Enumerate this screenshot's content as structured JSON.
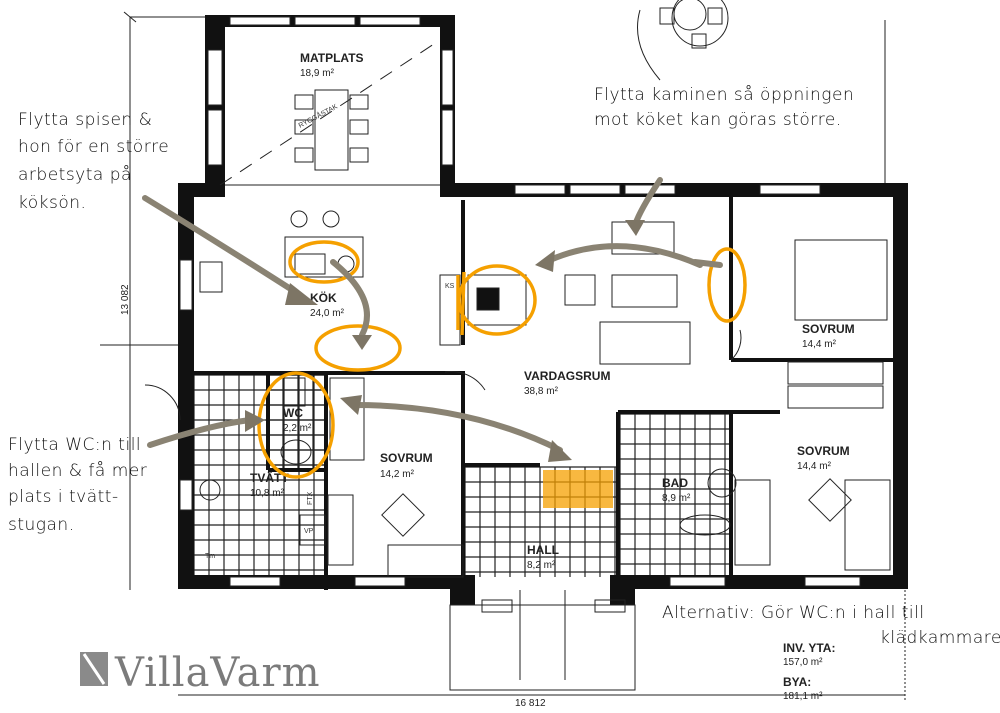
{
  "rooms": {
    "matplats": {
      "name": "MATPLATS",
      "area": "18,9 m²"
    },
    "kok": {
      "name": "KÖK",
      "area": "24,0 m²"
    },
    "wc": {
      "name": "WC",
      "area": "2,2 m²"
    },
    "tvatt": {
      "name": "TVÄTT",
      "area": "10,8 m²"
    },
    "sovrum1": {
      "name": "SOVRUM",
      "area": "14,2 m²"
    },
    "vardagsrum": {
      "name": "VARDAGSRUM",
      "area": "38,8 m²"
    },
    "sovrum2": {
      "name": "SOVRUM",
      "area": "14,4 m²"
    },
    "sovrum3": {
      "name": "SOVRUM",
      "area": "14,4 m²"
    },
    "bad": {
      "name": "BAD",
      "area": "8,9 m²"
    },
    "hall": {
      "name": "HALL",
      "area": "8,2 m²"
    }
  },
  "fixtures": {
    "ryggastak": "RYGGÅSTAK",
    "ks": "KS",
    "ftx": "FTX",
    "vp": "VP",
    "tm": "Tm"
  },
  "dimensions": {
    "height": "13 082",
    "width": "16 812"
  },
  "summary": {
    "inv_label": "INV. YTA:",
    "inv_value": "157,0 m²",
    "bya_label": "BYA:",
    "bya_value": "181,1 m²"
  },
  "notes": {
    "kitchen": [
      "Flytta spisen &",
      "hon för en större",
      "arbetsyta på",
      "köksön."
    ],
    "fireplace": [
      "Flytta kaminen så  öppningen",
      "mot köket kan göras större."
    ],
    "wc": [
      "Flytta WC:n till",
      "hallen & få mer",
      "plats i tvätt-",
      "stugan."
    ],
    "alternative": [
      "Alternativ: Gör WC:n i  hall till",
      "klädkammare."
    ]
  },
  "logo": "VillaVarm",
  "colors": {
    "wall": "#111111",
    "annotation_circle": "#f5a000",
    "arrow": "#8a8373"
  }
}
